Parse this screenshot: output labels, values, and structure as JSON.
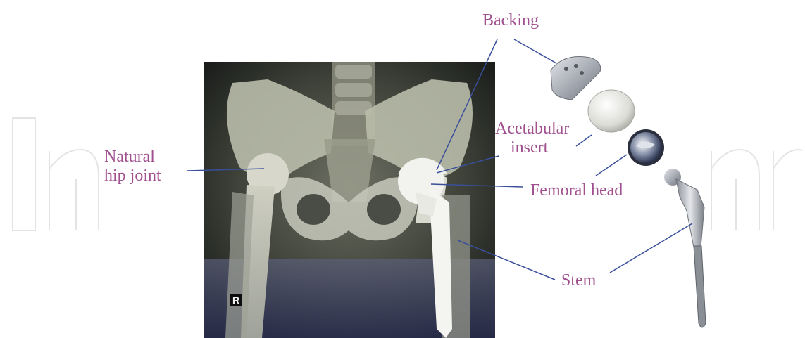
{
  "figure": {
    "labels": {
      "backing": "Backing",
      "acetabular_line1": "Acetabular",
      "acetabular_line2": "insert",
      "natural_line1": "Natural",
      "natural_line2": "hip joint",
      "femoral_head": "Femoral head",
      "stem": "Stem"
    },
    "xray_marker": "R",
    "colors": {
      "label_text": "#a0508f",
      "leader_line": "#3a4f9a",
      "watermark": "#e4e4e4"
    }
  }
}
